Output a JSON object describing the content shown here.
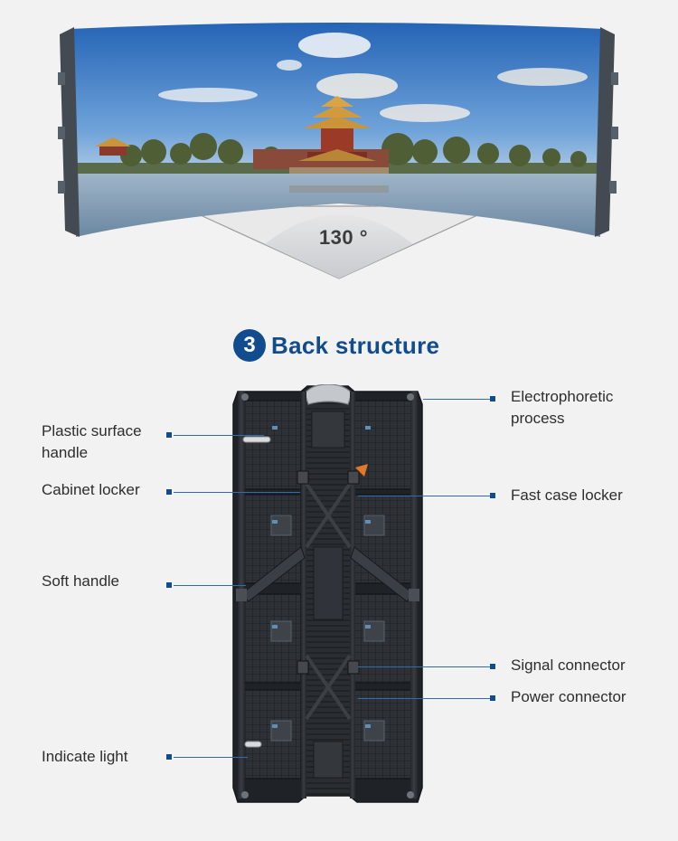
{
  "top": {
    "angle_label": "130 °"
  },
  "section": {
    "number": "3",
    "title": "Back structure"
  },
  "callouts_left": [
    {
      "id": "plastic-surface-handle",
      "line1": "Plastic surface",
      "line2": "handle"
    },
    {
      "id": "cabinet-locker",
      "line1": "Cabinet locker"
    },
    {
      "id": "soft-handle",
      "line1": "Soft handle"
    },
    {
      "id": "indicate-light",
      "line1": "Indicate light"
    }
  ],
  "callouts_right": [
    {
      "id": "electrophoretic-process",
      "line1": "Electrophoretic",
      "line2": "process"
    },
    {
      "id": "fast-case-locker",
      "line1": "Fast case locker"
    },
    {
      "id": "signal-connector",
      "line1": "Signal connector"
    },
    {
      "id": "power-connector",
      "line1": "Power connector"
    }
  ],
  "colors": {
    "accent": "#114d8e",
    "leader": "#2f6cb0",
    "background": "#f2f2f2",
    "cabinet": "#2b2e33"
  }
}
